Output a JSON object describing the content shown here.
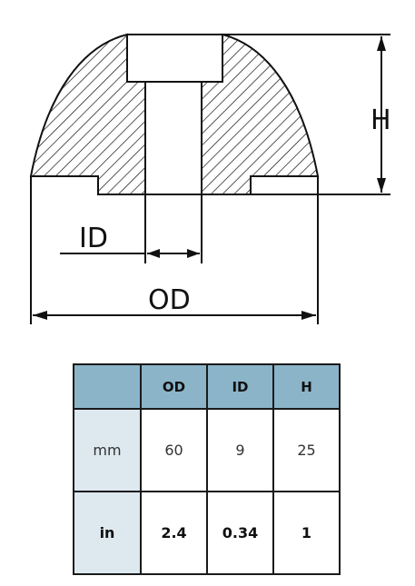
{
  "drawing": {
    "labels": {
      "h": "H",
      "id": "ID",
      "od": "OD"
    }
  },
  "table": {
    "headers": [
      "",
      "OD",
      "ID",
      "H"
    ],
    "rows": [
      {
        "unit": "mm",
        "values": [
          "60",
          "9",
          "25"
        ]
      },
      {
        "unit": "in",
        "values": [
          "2.4",
          "0.34",
          "1"
        ]
      }
    ]
  },
  "colors": {
    "header_bg": "#8bb4c9",
    "unit_bg": "#dde8ef",
    "line": "#111111"
  }
}
